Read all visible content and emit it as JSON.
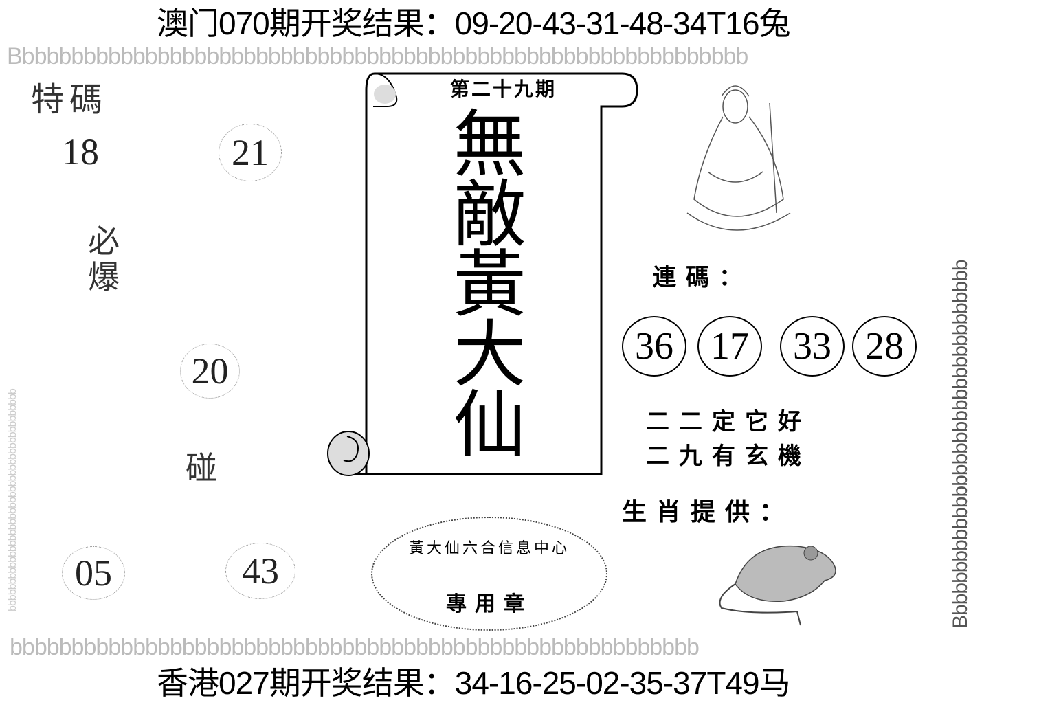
{
  "header": {
    "macau_result": "澳门070期开奖结果：09-20-43-31-48-34T16兔"
  },
  "footer": {
    "hk_result": "香港027期开奖结果：34-16-25-02-35-37T49马"
  },
  "filler": {
    "top": "Bbbbbbbbbbbbbbbbbbbbbbbbbbbbbbbbbbbbbbbbbbbbbbbbbbbbbbbbbbbb",
    "bottom": "bbbbbbbbbbbbbbbbbbbbbbbbbbbbbbbbbbbbbbbbbbbbbbbbbbbbbbbb",
    "right": "Bbbbbbbbbbbbbbbbbbbbbbbbbbbbbbbbbb",
    "left": "bbbbbbbbbbbbbbbbbbbbbbbbbbbbbbbbbbbbbbbbb"
  },
  "left": {
    "title": "特碼",
    "numbers_top": [
      "18",
      "21"
    ],
    "bibao": "必爆",
    "middle_number": "20",
    "peng": "碰",
    "numbers_bottom": [
      "05",
      "43"
    ]
  },
  "scroll": {
    "issue": "第二十九期",
    "title_chars": [
      "無",
      "敵",
      "黃",
      "大",
      "仙"
    ]
  },
  "stamp": {
    "ring_text": "黃大仙六合信息中心",
    "center_text": "專用章"
  },
  "right": {
    "lianma_label": "連碼：",
    "lianma_numbers": [
      "36",
      "17",
      "33",
      "28"
    ],
    "verse": [
      "二二定它好",
      "二九有玄機"
    ],
    "zodiac_label": "生肖提供："
  }
}
